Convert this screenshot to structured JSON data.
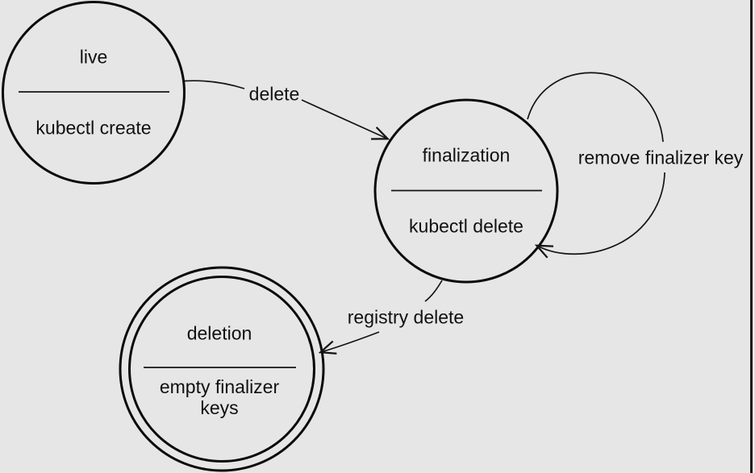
{
  "colors": {
    "background": "#e6e6e6",
    "line": "#141414",
    "node_stroke": "#0a0a0a",
    "text": "#111111",
    "window_edge": "#1c1c1c"
  },
  "states": [
    {
      "name": "live",
      "action": "kubectl create",
      "shape": "circle"
    },
    {
      "name": "finalization",
      "action": "kubectl delete",
      "shape": "circle"
    },
    {
      "name": "deletion",
      "action": "empty finalizer keys",
      "shape": "double-circle"
    }
  ],
  "transitions": [
    {
      "from": "live",
      "to": "finalization",
      "label": "delete"
    },
    {
      "from": "finalization",
      "to": "finalization",
      "label": "remove finalizer key"
    },
    {
      "from": "finalization",
      "to": "deletion",
      "label": "registry delete"
    }
  ]
}
